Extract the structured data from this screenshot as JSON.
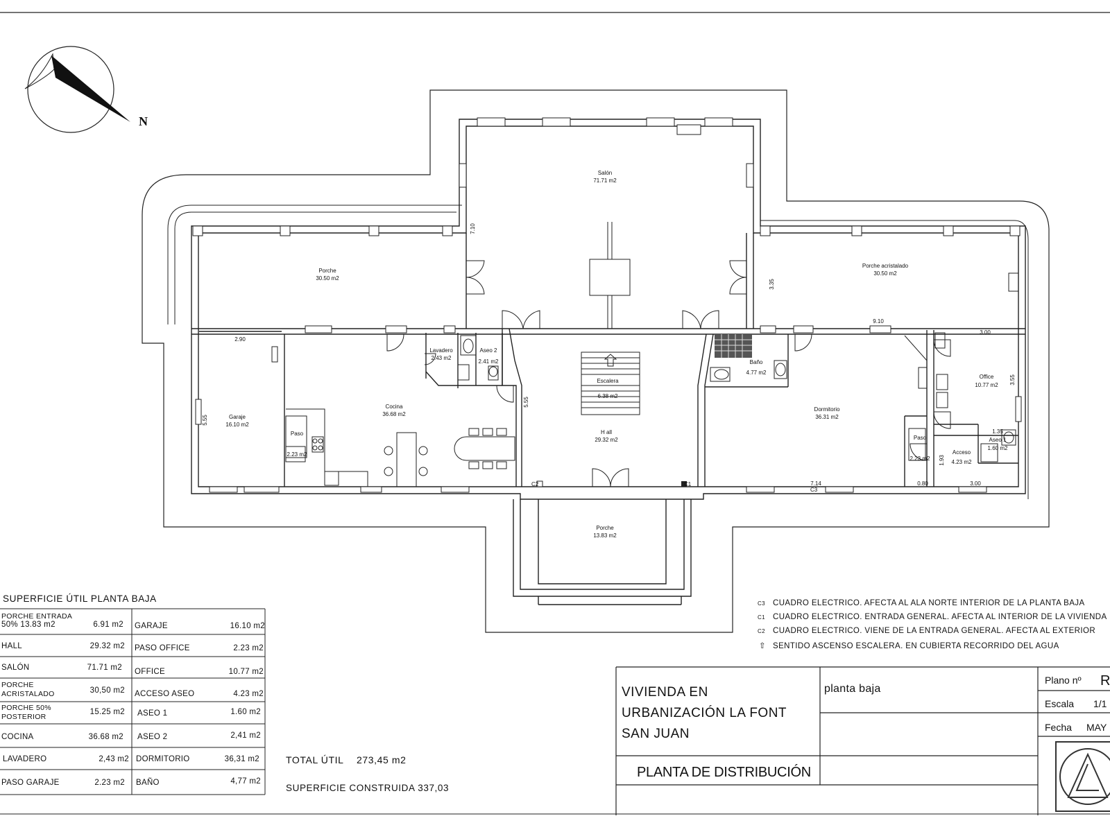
{
  "compass": {
    "label": "N"
  },
  "rooms": {
    "salon": {
      "name": "Salón",
      "area": "71.71 m2"
    },
    "porche_left": {
      "name": "Porche",
      "area": "30.50 m2"
    },
    "porche_acrist": {
      "name": "Porche acristalado",
      "area": "30.50 m2"
    },
    "garaje": {
      "name": "Garaje",
      "area": "16.10 m2"
    },
    "cocina": {
      "name": "Cocina",
      "area": "36.68 m2"
    },
    "lavadero": {
      "name": "Lavadero",
      "area": "2.43 m2"
    },
    "aseo2": {
      "name": "Aseo 2",
      "area": "2.41 m2"
    },
    "escalera": {
      "name": "Escalera",
      "area": "6.38 m2"
    },
    "hall": {
      "name": "H all",
      "area": "29.32 m2"
    },
    "bano": {
      "name": "Baño",
      "area": "4.77 m2"
    },
    "dormitorio": {
      "name": "Dormitorio",
      "area": "36.31 m2"
    },
    "office": {
      "name": "Office",
      "area": "10.77 m2"
    },
    "aseo1": {
      "name": "Aseo 1",
      "area": "1.60 m2"
    },
    "acceso": {
      "name": "Acceso",
      "area": "4.23 m2"
    },
    "paso_left": {
      "name": "Paso",
      "area": "2.23 m2"
    },
    "paso_right": {
      "name": "Paso",
      "area": "2.23 m2"
    },
    "porche_entrada": {
      "name": "Porche",
      "area": "13.83 m2"
    }
  },
  "dimensions": {
    "salon_h": "7.10",
    "porche_acr_h": "3.35",
    "porche_acr_w": "9.10",
    "garaje_w": "2.90",
    "garaje_h": "5.55",
    "hall_h": "5.55",
    "office_w": "3.00",
    "office_h": "3.55",
    "aseo1_w": "1.35",
    "acceso_h": "1.93",
    "acceso_w": "3.00",
    "paso_w": "0.80",
    "dorm_w": "7.14"
  },
  "markers": {
    "c1": "C1",
    "c2": "C2",
    "c3": "C3"
  },
  "legend": [
    {
      "code": "C3",
      "text": "CUADRO ELECTRICO. AFECTA AL ALA NORTE INTERIOR DE LA PLANTA BAJA"
    },
    {
      "code": "C1",
      "text": "CUADRO ELECTRICO. ENTRADA  GENERAL. AFECTA AL INTERIOR DE LA VIVIENDA"
    },
    {
      "code": "C2",
      "text": "CUADRO ELECTRICO. VIENE DE LA ENTRADA  GENERAL. AFECTA AL EXTERIOR"
    },
    {
      "code": "⇧",
      "text": "SENTIDO ASCENSO ESCALERA. EN CUBIERTA RECORRIDO DEL AGUA"
    }
  ],
  "surface_table": {
    "title": "SUPERFICIE ÚTIL   PLANTA BAJA",
    "left": [
      {
        "l1": "PORCHE ENTRADA",
        "l2": "50%    13.83 m2",
        "value": "6.91 m2"
      },
      {
        "l1": "HALL",
        "l2": "",
        "value": "29.32 m2"
      },
      {
        "l1": "SALÓN",
        "l2": "",
        "value": "71.71 m2"
      },
      {
        "l1": "PORCHE",
        "l2": "ACRISTALADO",
        "value": "30,50 m2"
      },
      {
        "l1": "PORCHE 50%",
        "l2": "POSTERIOR",
        "value": "15.25 m2"
      },
      {
        "l1": "COCINA",
        "l2": "",
        "value": "36.68 m2"
      },
      {
        "l1": "LAVADERO",
        "l2": "",
        "value": "2,43 m2"
      },
      {
        "l1": "PASO GARAJE",
        "l2": "",
        "value": "2.23 m2"
      }
    ],
    "right": [
      {
        "label": "GARAJE",
        "value": "16.10 m2"
      },
      {
        "label": "PASO OFFICE",
        "value": "2.23 m2"
      },
      {
        "label": "OFFICE",
        "value": "10.77 m2"
      },
      {
        "label": "ACCESO ASEO",
        "value": "4.23 m2"
      },
      {
        "label": "ASEO 1",
        "value": "1.60 m2"
      },
      {
        "label": "ASEO 2",
        "value": "2,41 m2"
      },
      {
        "label": "DORMITORIO",
        "value": "36,31 m2"
      },
      {
        "label": "BAÑO",
        "value": "4,77 m2"
      }
    ]
  },
  "totals": {
    "util_label": "TOTAL ÚTIL",
    "util_value": "273,45 m2",
    "construida": "SUPERFICIE CONSTRUIDA 337,03"
  },
  "title_block": {
    "project_line1": "VIVIENDA EN",
    "project_line2": "URBANIZACIÓN LA FONT",
    "project_line3": "SAN JUAN",
    "drawing_title": "PLANTA DE DISTRIBUCIÓN",
    "level": "planta baja",
    "plano_label": "Plano nº",
    "plano_value": "R",
    "escala_label": "Escala",
    "escala_value": "1/1",
    "fecha_label": "Fecha",
    "fecha_value": "MAY"
  }
}
